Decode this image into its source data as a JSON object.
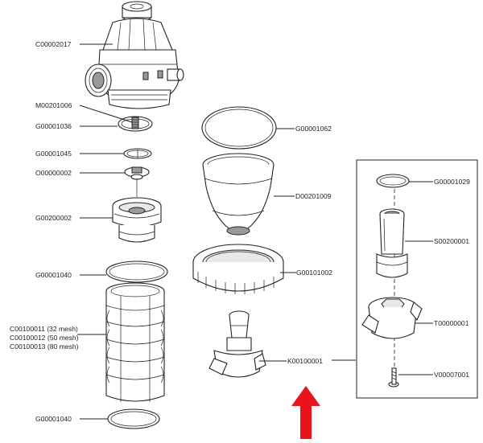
{
  "labels": {
    "c00002017": "C00002017",
    "m00201006": "M00201006",
    "g00001036": "G00001036",
    "g00001045": "G00001045",
    "o00000002": "O00000002",
    "g00200002": "G00200002",
    "g00001040_top": "G00001040",
    "screen_32": "C00100011 (32 mesh)",
    "screen_50": "C00100012 (50 mesh)",
    "screen_80": "C00100013 (80 mesh)",
    "g00001040_bottom": "G00001040",
    "g00001062": "G00001062",
    "d00201009": "D00201009",
    "g00101002": "G00101002",
    "k00100001": "K00100001",
    "g00001029": "G00001029",
    "s00200001": "S00200001",
    "t00000001": "T00000001",
    "v00007001": "V00007001"
  },
  "colors": {
    "line": "#222222",
    "arrow": "#e8131b",
    "shade": "#9a9a9a"
  },
  "icons": {
    "highlight_arrow": "up-arrow-icon"
  }
}
